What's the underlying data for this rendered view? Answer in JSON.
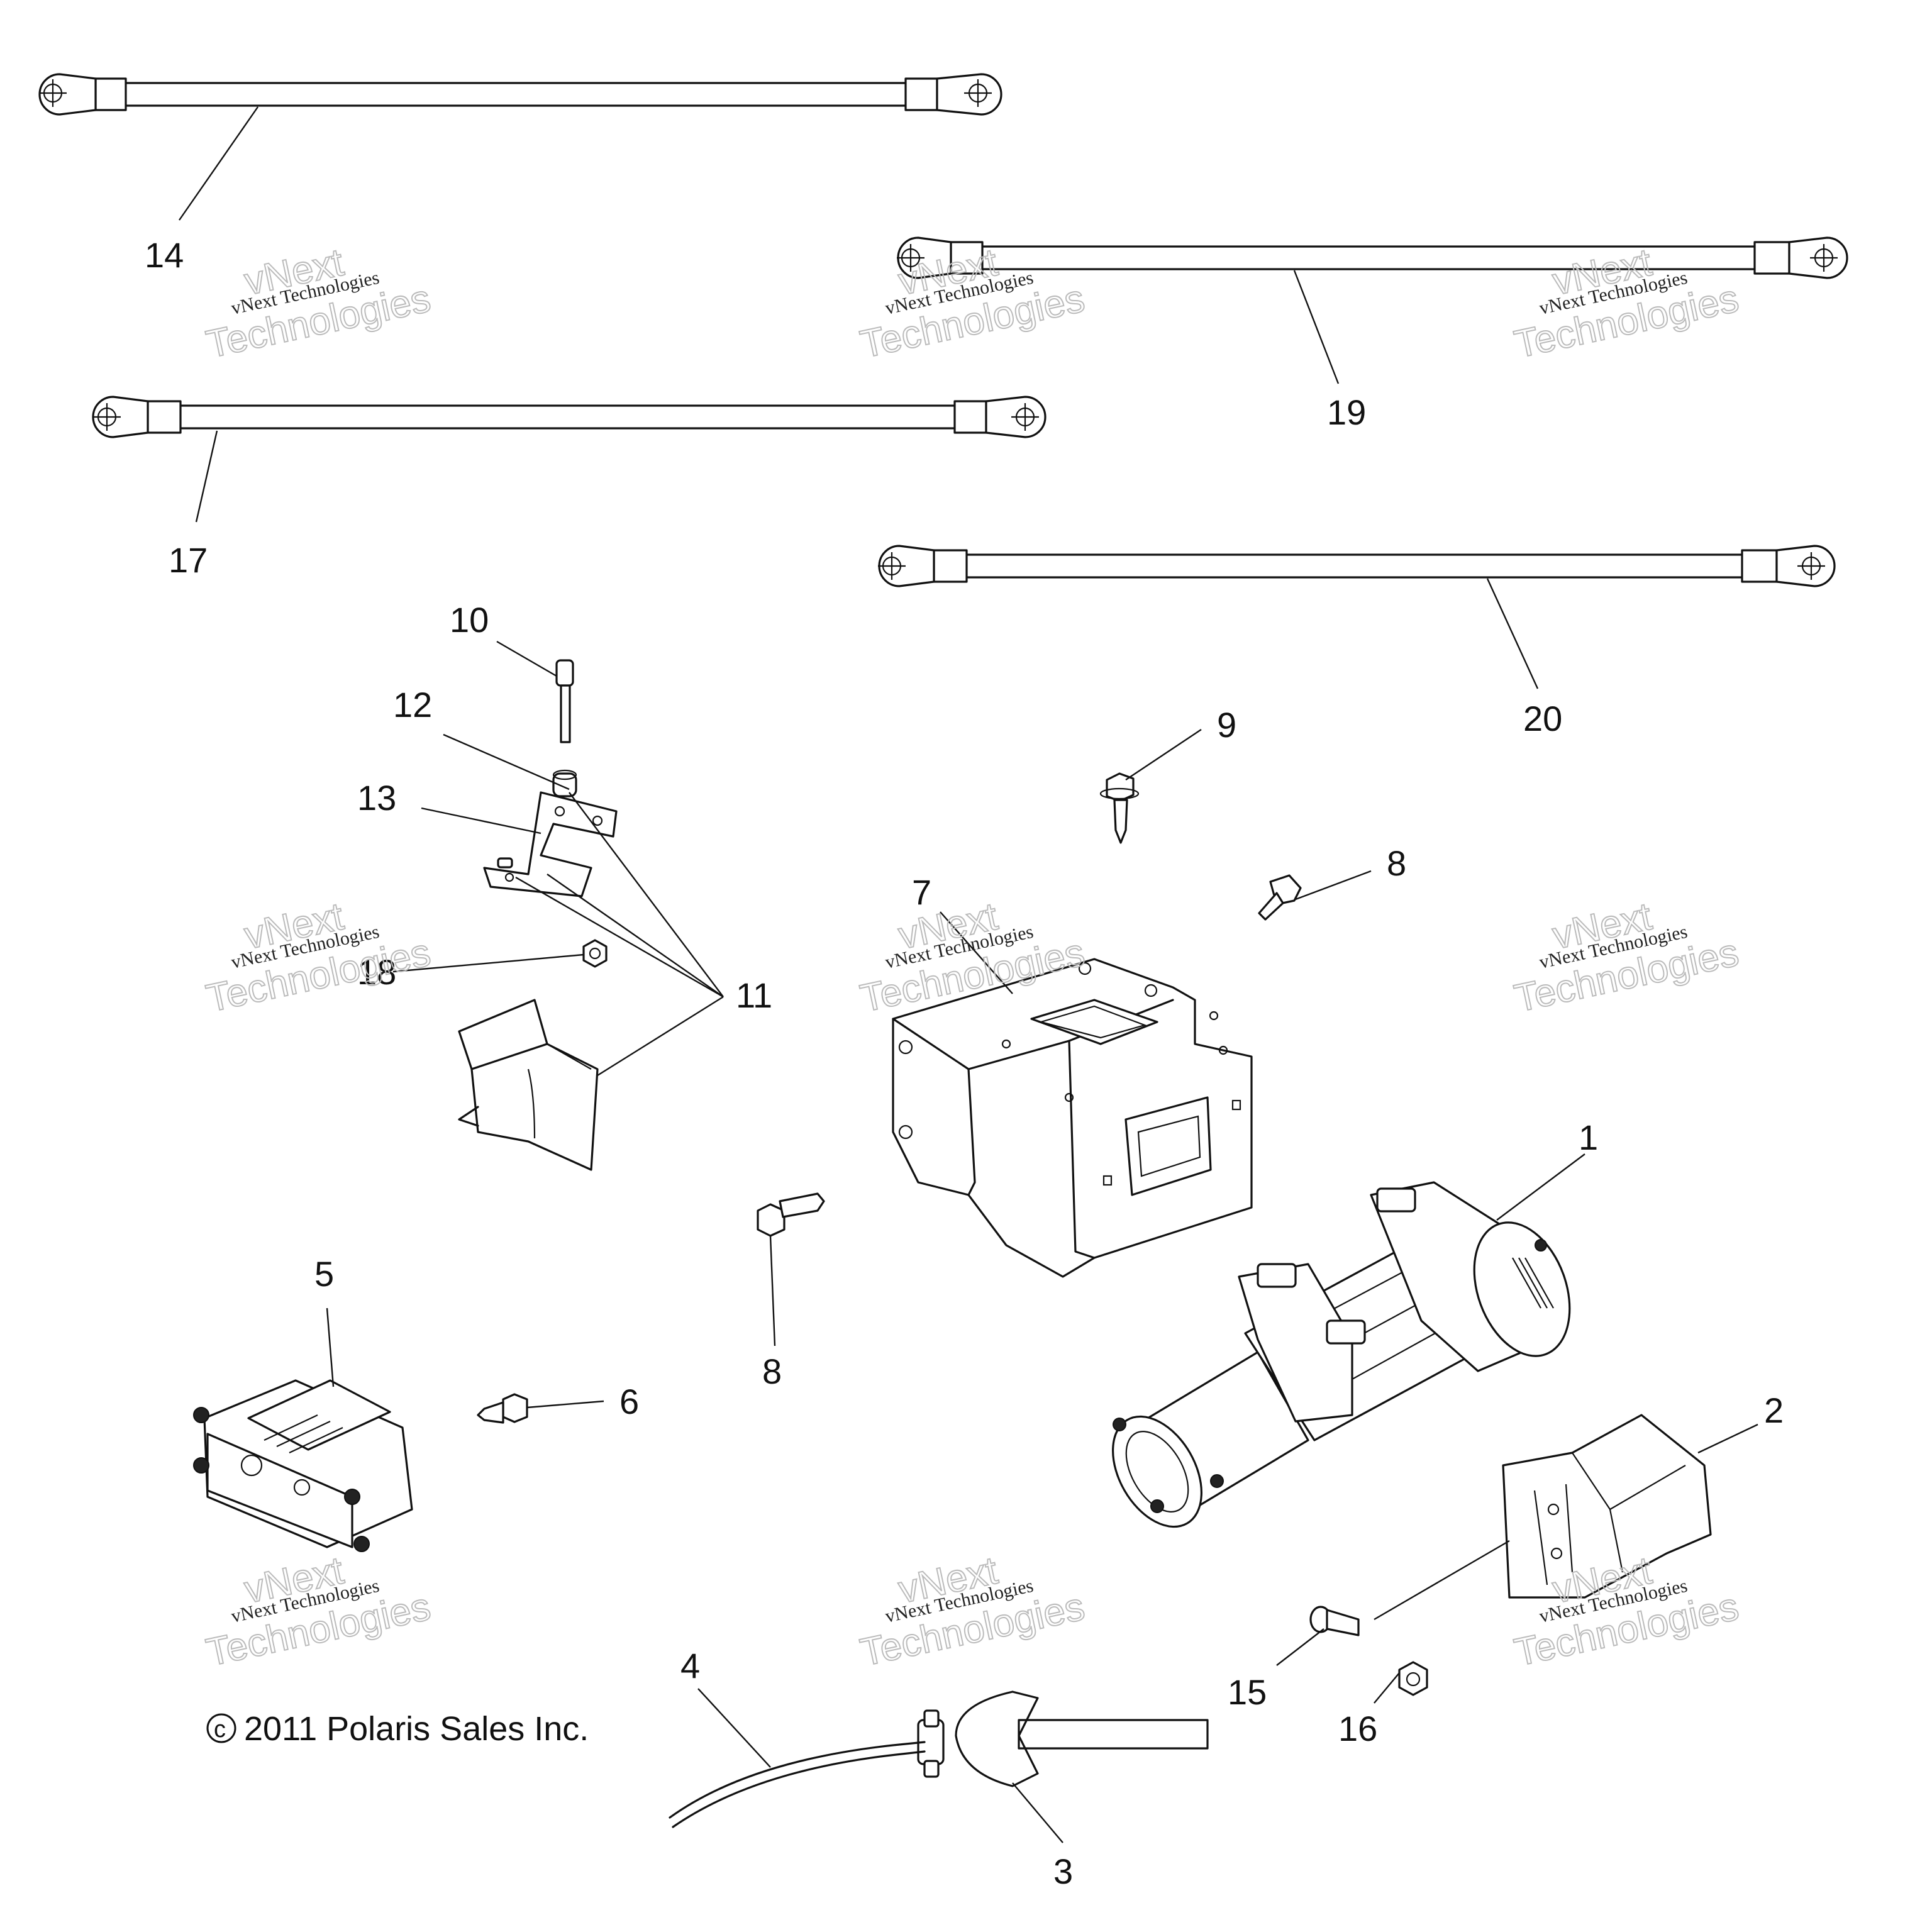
{
  "callouts": {
    "c1": "1",
    "c2": "2",
    "c3": "3",
    "c4": "4",
    "c5": "5",
    "c6": "6",
    "c7": "7",
    "c8a": "8",
    "c8b": "8",
    "c9": "9",
    "c10": "10",
    "c11": "11",
    "c12": "12",
    "c13": "13",
    "c14": "14",
    "c15": "15",
    "c16": "16",
    "c17": "17",
    "c18": "18",
    "c19": "19",
    "c20": "20"
  },
  "watermark": {
    "line1": "vNext Technologies",
    "line2a": "vNext",
    "line2b": "Technologies"
  },
  "copyright": {
    "symbol": "c",
    "text": "2011 Polaris Sales Inc."
  }
}
